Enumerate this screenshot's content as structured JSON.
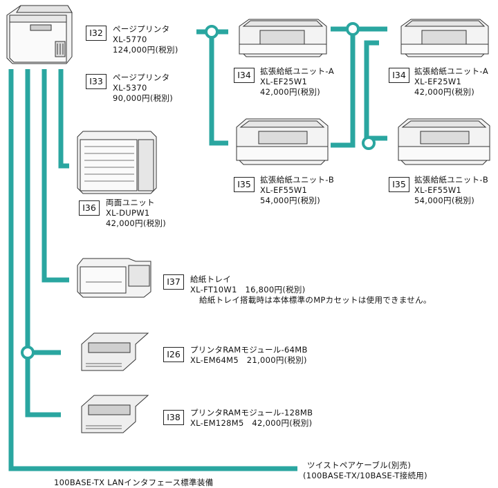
{
  "products": {
    "i32": {
      "code": "I32",
      "name": "ページプリンタ",
      "model": "XL-5770",
      "price": "124,000円(税別)"
    },
    "i33": {
      "code": "I33",
      "name": "ページプリンタ",
      "model": "XL-5370",
      "price": "90,000円(税別)"
    },
    "i34a": {
      "code": "I34",
      "name": "拡張給紙ユニット-A",
      "model": "XL-EF25W1",
      "price": "42,000円(税別)"
    },
    "i34b": {
      "code": "I34",
      "name": "拡張給紙ユニット-A",
      "model": "XL-EF25W1",
      "price": "42,000円(税別)"
    },
    "i35a": {
      "code": "I35",
      "name": "拡張給紙ユニット-B",
      "model": "XL-EF55W1",
      "price": "54,000円(税別)"
    },
    "i35b": {
      "code": "I35",
      "name": "拡張給紙ユニット-B",
      "model": "XL-EF55W1",
      "price": "54,000円(税別)"
    },
    "i36": {
      "code": "I36",
      "name": "両面ユニット",
      "model": "XL-DUPW1",
      "price": "42,000円(税別)"
    },
    "i37": {
      "code": "I37",
      "name": "給紙トレイ",
      "model_price": "XL-FT10W1　16,800円(税別)",
      "note": "給紙トレイ搭載時は本体標準のMPカセットは使用できません。"
    },
    "i26": {
      "code": "I26",
      "name": "プリンタRAMモジュール-64MB",
      "model_price": "XL-EM64M5　21,000円(税別)"
    },
    "i38": {
      "code": "I38",
      "name": "プリンタRAMモジュール-128MB",
      "model_price": "XL-EM128M5　42,000円(税別)"
    }
  },
  "cable": {
    "line1": "ツイストペアケーブル(別売)",
    "line2": "(100BASE-TX/10BASE-T接続用)"
  },
  "footer": "100BASE-TX LANインタフェース標準装備",
  "colors": {
    "connector": "#2aa6a0",
    "outline": "#222222"
  }
}
